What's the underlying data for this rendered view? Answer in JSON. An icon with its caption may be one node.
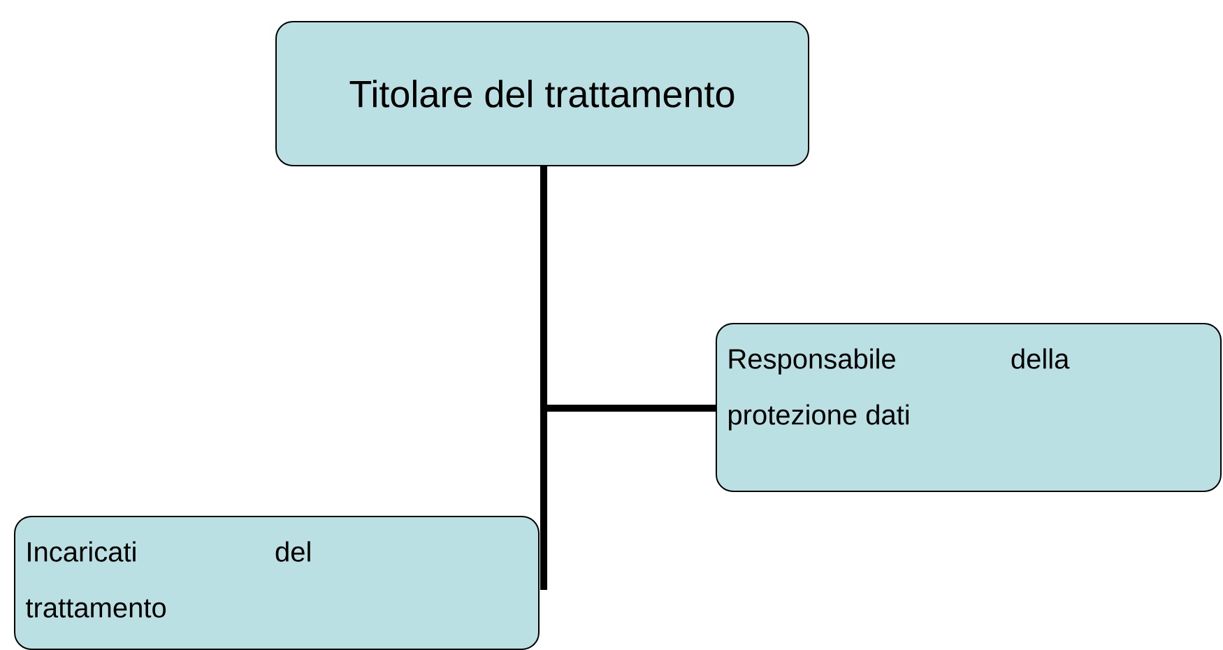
{
  "diagram": {
    "nodes": [
      {
        "text": [
          "Titolare del trattamento"
        ]
      },
      {
        "text": [
          "Responsabile della protezione dati"
        ]
      },
      {
        "text": [
          "Incaricati del trattamento"
        ]
      }
    ],
    "edges": [
      {
        "from": 0,
        "to": 1,
        "arrow": "none"
      },
      {
        "from": 0,
        "to": 2,
        "arrow": "none"
      }
    ]
  }
}
